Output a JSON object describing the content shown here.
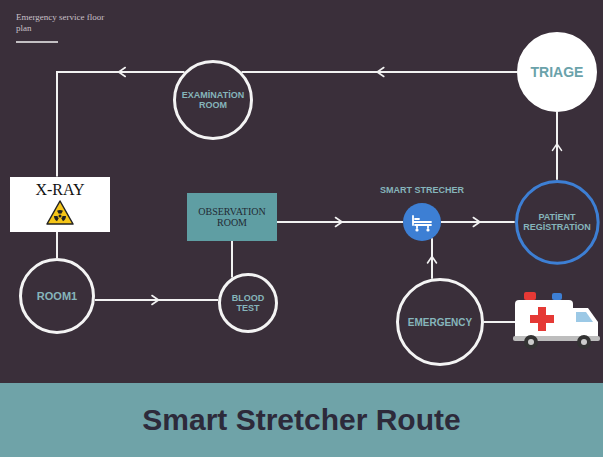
{
  "diagram": {
    "title": "Smart Stretcher Route",
    "nodes": [
      {
        "text": [
          "EXAMİNATİON ROOM"
        ]
      },
      {
        "text": [
          "TRIAGE"
        ]
      },
      {
        "text": [
          "X-RAY"
        ]
      },
      {
        "text": [
          "OBSERVATION ROOM"
        ]
      },
      {
        "text": [
          "SMART STRECHER"
        ]
      },
      {
        "text": [
          "PATİENT REGİSTRATİON"
        ]
      },
      {
        "text": [
          "ROOM1"
        ]
      },
      {
        "text": [
          "BLOOD TEST"
        ]
      },
      {
        "text": [
          "EMERGENCY"
        ]
      }
    ],
    "edges": [
      {
        "from": 1,
        "to": 0,
        "arrow": "to"
      },
      {
        "from": 0,
        "to": 2,
        "arrow": "to"
      },
      {
        "from": 2,
        "to": 6,
        "arrow": "none"
      },
      {
        "from": 6,
        "to": 7,
        "arrow": "to"
      },
      {
        "from": 7,
        "to": 3,
        "arrow": "none"
      },
      {
        "from": 3,
        "to": 4,
        "arrow": "to"
      },
      {
        "from": 4,
        "to": 5,
        "arrow": "to"
      },
      {
        "from": 5,
        "to": 1,
        "arrow": "to"
      },
      {
        "from": 8,
        "to": 4,
        "arrow": "to"
      }
    ],
    "labels": [
      "Emergency service floor plan"
    ]
  }
}
